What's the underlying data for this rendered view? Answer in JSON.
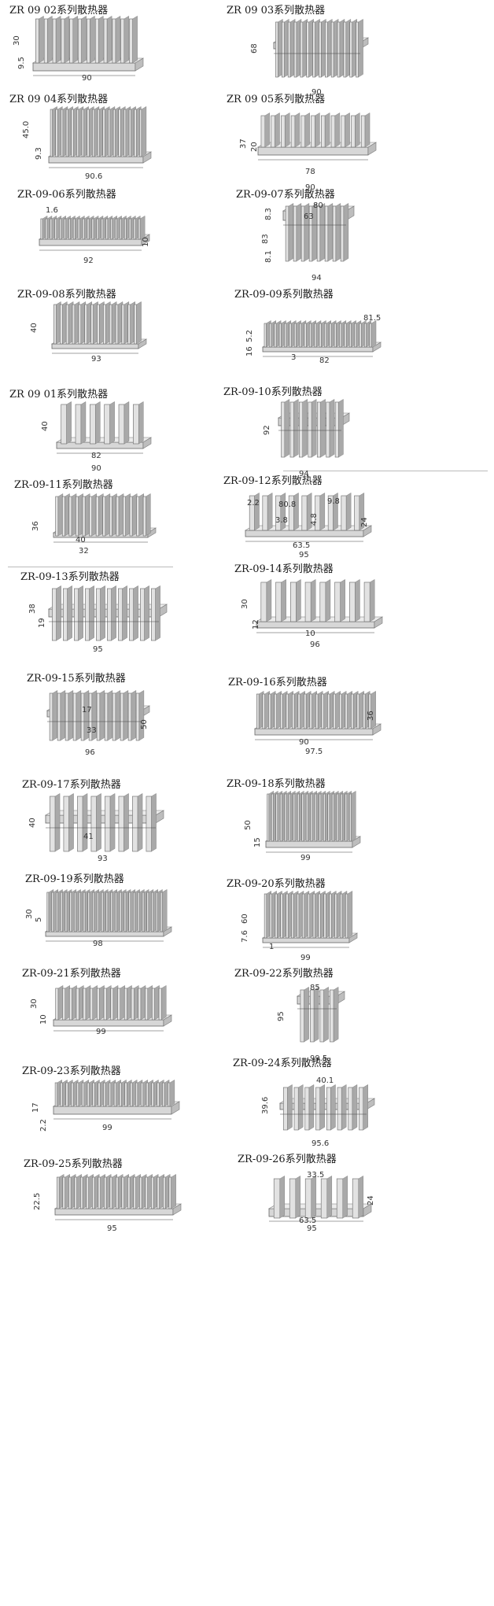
{
  "items": [
    {
      "title": "ZR 09 02系列散热器",
      "dims": [
        "30",
        "9.5",
        "90"
      ]
    },
    {
      "title": "ZR 09 03系列散热器",
      "dims": [
        "68",
        "90"
      ]
    },
    {
      "title": "ZR 09 04系列散热器",
      "dims": [
        "45.0",
        "9.3",
        "90.6"
      ]
    },
    {
      "title": "ZR 09 05系列散热器",
      "dims": [
        "37",
        "20",
        "78",
        "90"
      ]
    },
    {
      "title": "ZR-09-06系列散热器",
      "dims": [
        "1.6",
        "10",
        "92"
      ]
    },
    {
      "title": "ZR-09-07系列散热器",
      "dims": [
        "80",
        "63",
        "8.3",
        "83",
        "8.1",
        "94"
      ]
    },
    {
      "title": "ZR-09-08系列散热器",
      "dims": [
        "40",
        "93"
      ]
    },
    {
      "title": "ZR-09-09系列散热器",
      "dims": [
        "5.2",
        "16",
        "3",
        "82",
        "81.5"
      ]
    },
    {
      "title": "ZR 09 01系列散热器",
      "dims": [
        "40",
        "82",
        "90"
      ]
    },
    {
      "title": "ZR-09-10系列散热器",
      "dims": [
        "92",
        "94"
      ]
    },
    {
      "title": "ZR-09-11系列散热器",
      "dims": [
        "36",
        "40",
        "32"
      ]
    },
    {
      "title": "ZR-09-12系列散热器",
      "dims": [
        "2.2",
        "80.8",
        "3.8",
        "4.8",
        "9.8",
        "24",
        "63.5",
        "95"
      ]
    },
    {
      "title": "ZR-09-13系列散热器",
      "dims": [
        "38",
        "19",
        "95"
      ]
    },
    {
      "title": "ZR-09-14系列散热器",
      "dims": [
        "30",
        "12",
        "10",
        "96"
      ]
    },
    {
      "title": "ZR-09-15系列散热器",
      "dims": [
        "17",
        "33",
        "50",
        "96"
      ]
    },
    {
      "title": "ZR-09-16系列散热器",
      "dims": [
        "36",
        "90",
        "97.5"
      ]
    },
    {
      "title": "ZR-09-17系列散热器",
      "dims": [
        "40",
        "41",
        "93"
      ]
    },
    {
      "title": "ZR-09-18系列散热器",
      "dims": [
        "50",
        "15",
        "99"
      ]
    },
    {
      "title": "ZR-09-19系列散热器",
      "dims": [
        "30",
        "5",
        "98"
      ]
    },
    {
      "title": "ZR-09-20系列散热器",
      "dims": [
        "60",
        "7.6",
        "1",
        "99"
      ]
    },
    {
      "title": "ZR-09-21系列散热器",
      "dims": [
        "30",
        "10",
        "99"
      ]
    },
    {
      "title": "ZR-09-22系列散热器",
      "dims": [
        "85",
        "95",
        "99.5"
      ]
    },
    {
      "title": "ZR-09-23系列散热器",
      "dims": [
        "17",
        "2.2",
        "99"
      ]
    },
    {
      "title": "ZR-09-24系列散热器",
      "dims": [
        "40.1",
        "39.6",
        "95.6"
      ]
    },
    {
      "title": "ZR-09-25系列散热器",
      "dims": [
        "22.5",
        "95"
      ]
    },
    {
      "title": "ZR-09-26系列散热器",
      "dims": [
        "33.5",
        "63.5",
        "95",
        "24"
      ]
    }
  ]
}
